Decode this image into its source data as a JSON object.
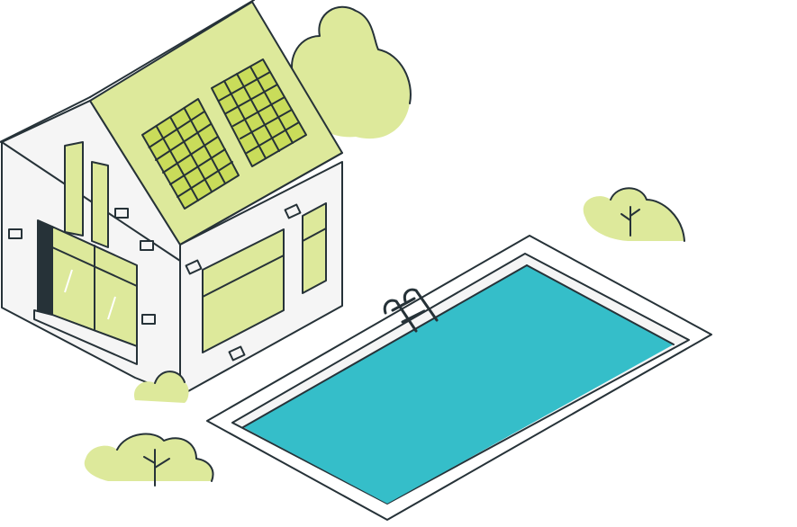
{
  "illustration": {
    "subject": "",
    "colors": {
      "outline": "#263238",
      "wall": "#f5f5f5",
      "wall_shade": "#e6e6e6",
      "roof": "#dde99b",
      "window_glass": "#dde99b",
      "panel_cell": "#c9dc5a",
      "foliage": "#dde99b",
      "pool_water": "#35bec9",
      "pool_deck": "#ffffff",
      "door": "#263238"
    },
    "elements": {
      "house": "house",
      "roof": "roof",
      "solar_panels_count": 2,
      "solar_panel_grid": "4x6",
      "windows": "windows",
      "door": "door",
      "pool": "pool",
      "pool_ladder": "ladder",
      "bushes_count": 4
    }
  }
}
